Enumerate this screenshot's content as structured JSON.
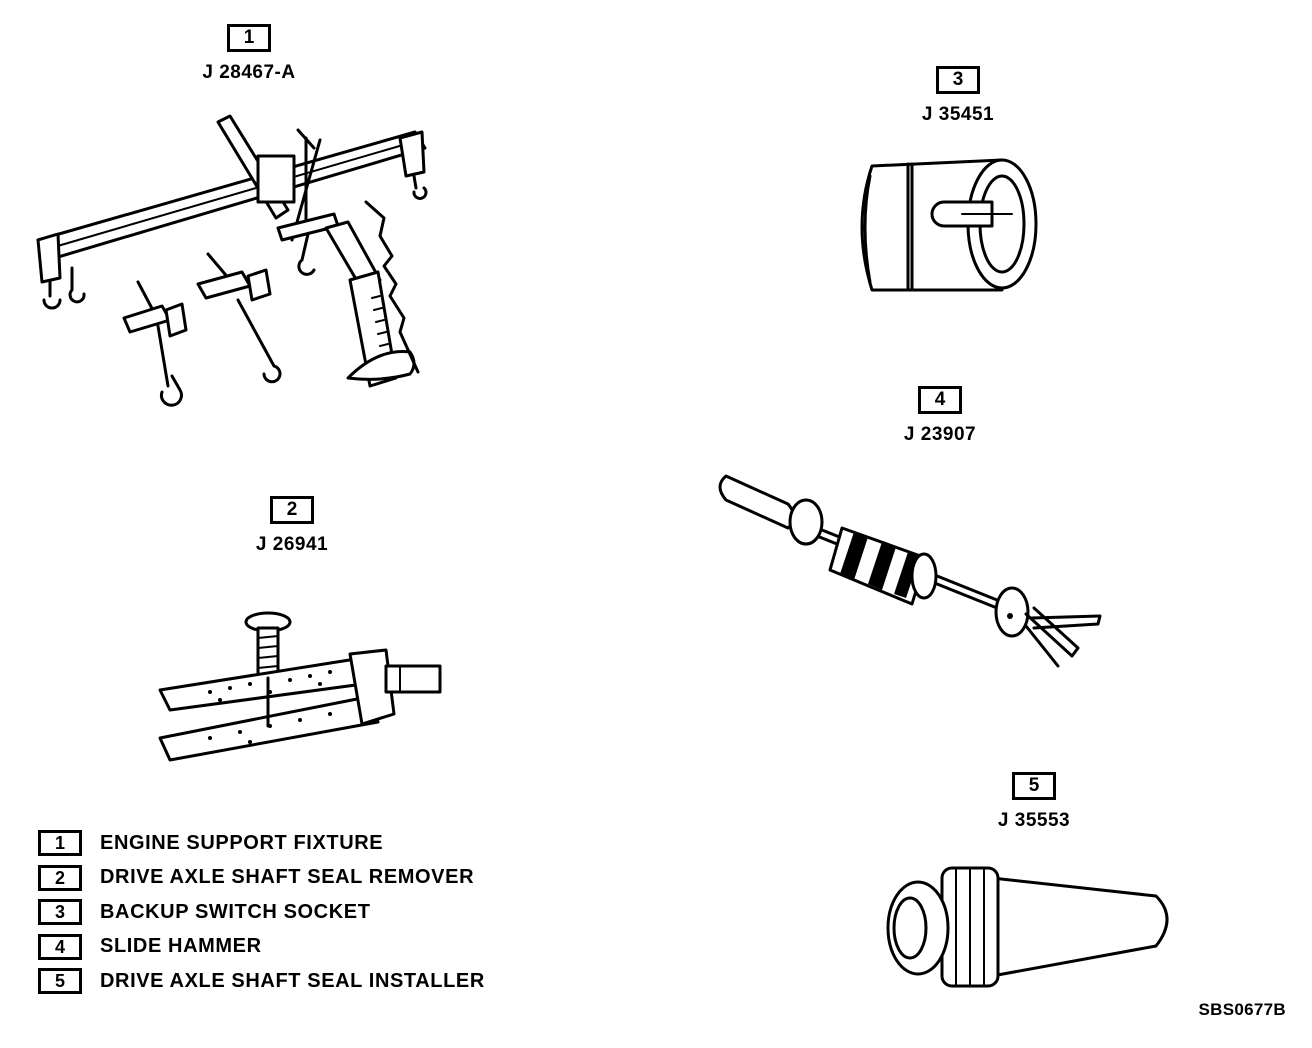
{
  "tools": [
    {
      "num": "1",
      "part_number": "J 28467-A",
      "icon": "engine-support-fixture-icon"
    },
    {
      "num": "2",
      "part_number": "J 26941",
      "icon": "seal-remover-icon"
    },
    {
      "num": "3",
      "part_number": "J 35451",
      "icon": "backup-switch-socket-icon"
    },
    {
      "num": "4",
      "part_number": "J 23907",
      "icon": "slide-hammer-icon"
    },
    {
      "num": "5",
      "part_number": "J 35553",
      "icon": "seal-installer-icon"
    }
  ],
  "legend": [
    {
      "num": "1",
      "label": "ENGINE SUPPORT FIXTURE"
    },
    {
      "num": "2",
      "label": "DRIVE AXLE SHAFT SEAL REMOVER"
    },
    {
      "num": "3",
      "label": "BACKUP SWITCH SOCKET"
    },
    {
      "num": "4",
      "label": "SLIDE HAMMER"
    },
    {
      "num": "5",
      "label": "DRIVE AXLE SHAFT SEAL INSTALLER"
    }
  ],
  "figure_code": "SBS0677B"
}
